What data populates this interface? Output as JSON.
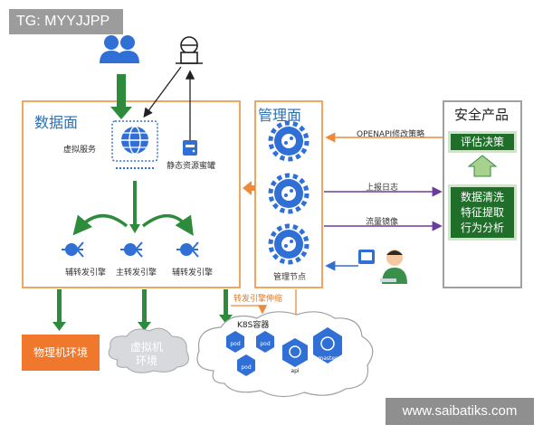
{
  "watermark_tag": "TG: MYYJJPP",
  "website": "www.saibatiks.com",
  "data_plane": {
    "title": "数据面",
    "virtual_service": "虚拟服务",
    "static_honeypot": "静态资源蜜罐",
    "engines": [
      "辅转发引擎",
      "主转发引擎",
      "辅转发引擎"
    ]
  },
  "management_plane": {
    "title": "管理面",
    "node_label": "管理节点"
  },
  "security_product": {
    "title": "安全产品",
    "evaluate": "评估决策",
    "analysis": [
      "数据清洗",
      "特征提取",
      "行为分析"
    ]
  },
  "arrows": {
    "openapi": "OPENAPI修改策略",
    "report_log": "上报日志",
    "traffic_mirror": "流量镜像",
    "scale": "转发引擎伸缩"
  },
  "environments": {
    "physical": "物理机环境",
    "virtual": [
      "虚拟机",
      "环境"
    ],
    "k8s": "K8S容器"
  },
  "k8s_nodes": [
    "pod",
    "pod",
    "pod",
    "api",
    "master"
  ],
  "colors": {
    "panel_border": "#efa660",
    "green_arrow": "#2e8b3c",
    "blue_icon": "#2f6fd6",
    "purple_arrow": "#6a3d9a",
    "orange_arrow": "#f08a3a"
  }
}
